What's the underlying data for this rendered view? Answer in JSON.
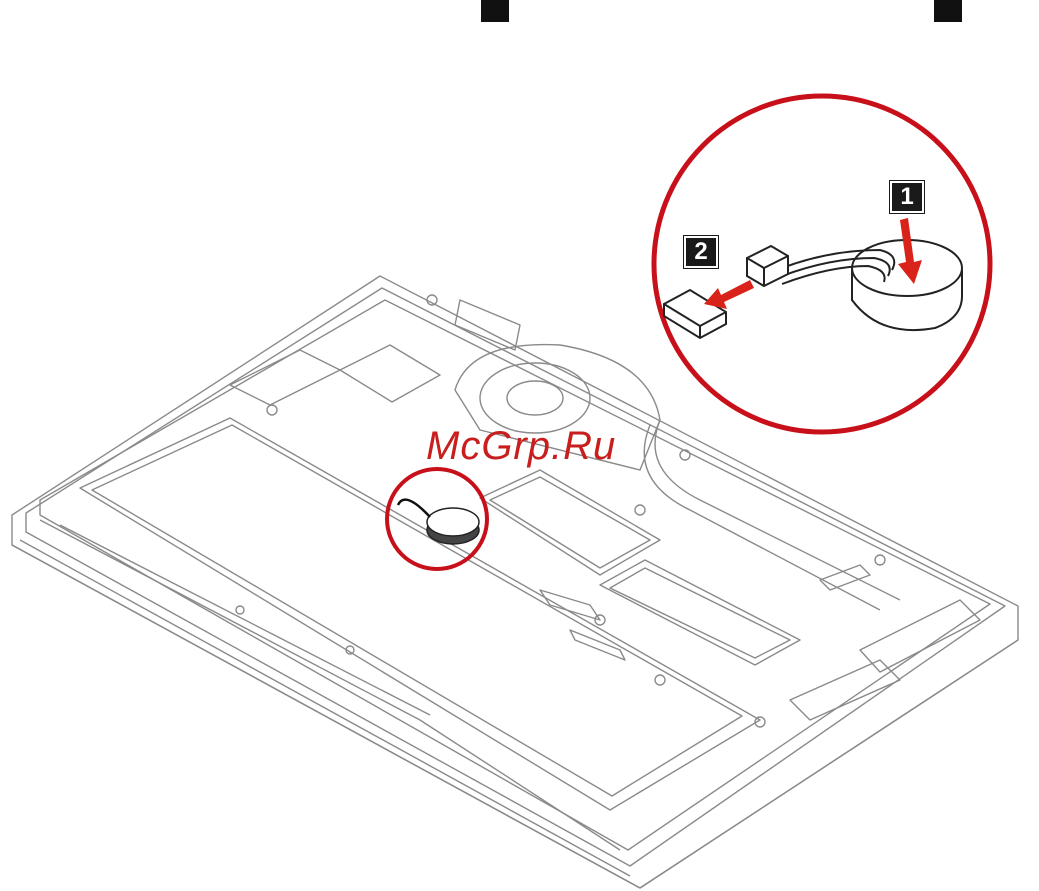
{
  "watermark": "McGrp.Ru",
  "steps": [
    {
      "label": "1"
    },
    {
      "label": "2"
    }
  ],
  "colors": {
    "line": "#8a8a8a",
    "callout": "#c8101a",
    "arrow": "#d9231a"
  },
  "icons": {
    "callout_circle": "zoom-callout",
    "battery": "coin-cell-battery-icon",
    "connector": "cable-connector-icon"
  }
}
